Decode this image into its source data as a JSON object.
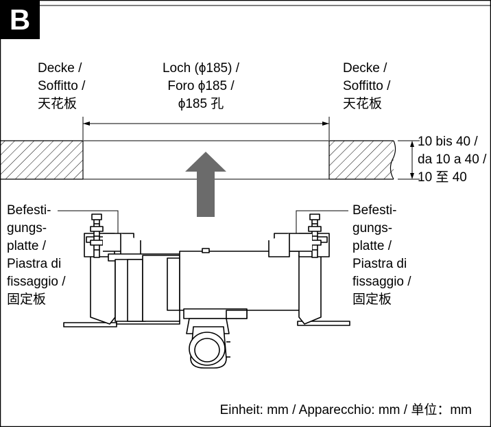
{
  "section_letter": "B",
  "labels": {
    "ceiling_left": [
      "Decke /",
      "Soffitto /",
      "天花板"
    ],
    "hole": [
      "Loch (ϕ185) /",
      "Foro ϕ185  /",
      "ϕ185 孔"
    ],
    "ceiling_right": [
      "Decke /",
      "Soffitto /",
      "天花板"
    ],
    "thickness": [
      "10 bis 40 /",
      "da 10 a 40 /",
      "10 至 40"
    ],
    "plate_left": [
      "Befesti-",
      "gungs-",
      "platte /",
      "Piastra di",
      "fissaggio /",
      "固定板"
    ],
    "plate_right": [
      "Befesti-",
      "gungs-",
      "platte /",
      "Piastra di",
      "fissaggio /",
      "固定板"
    ]
  },
  "unit_note": "Einheit: mm / Apparecchio: mm / 单位：mm",
  "colors": {
    "arrow": "#6b6b6b",
    "line": "#000000"
  }
}
